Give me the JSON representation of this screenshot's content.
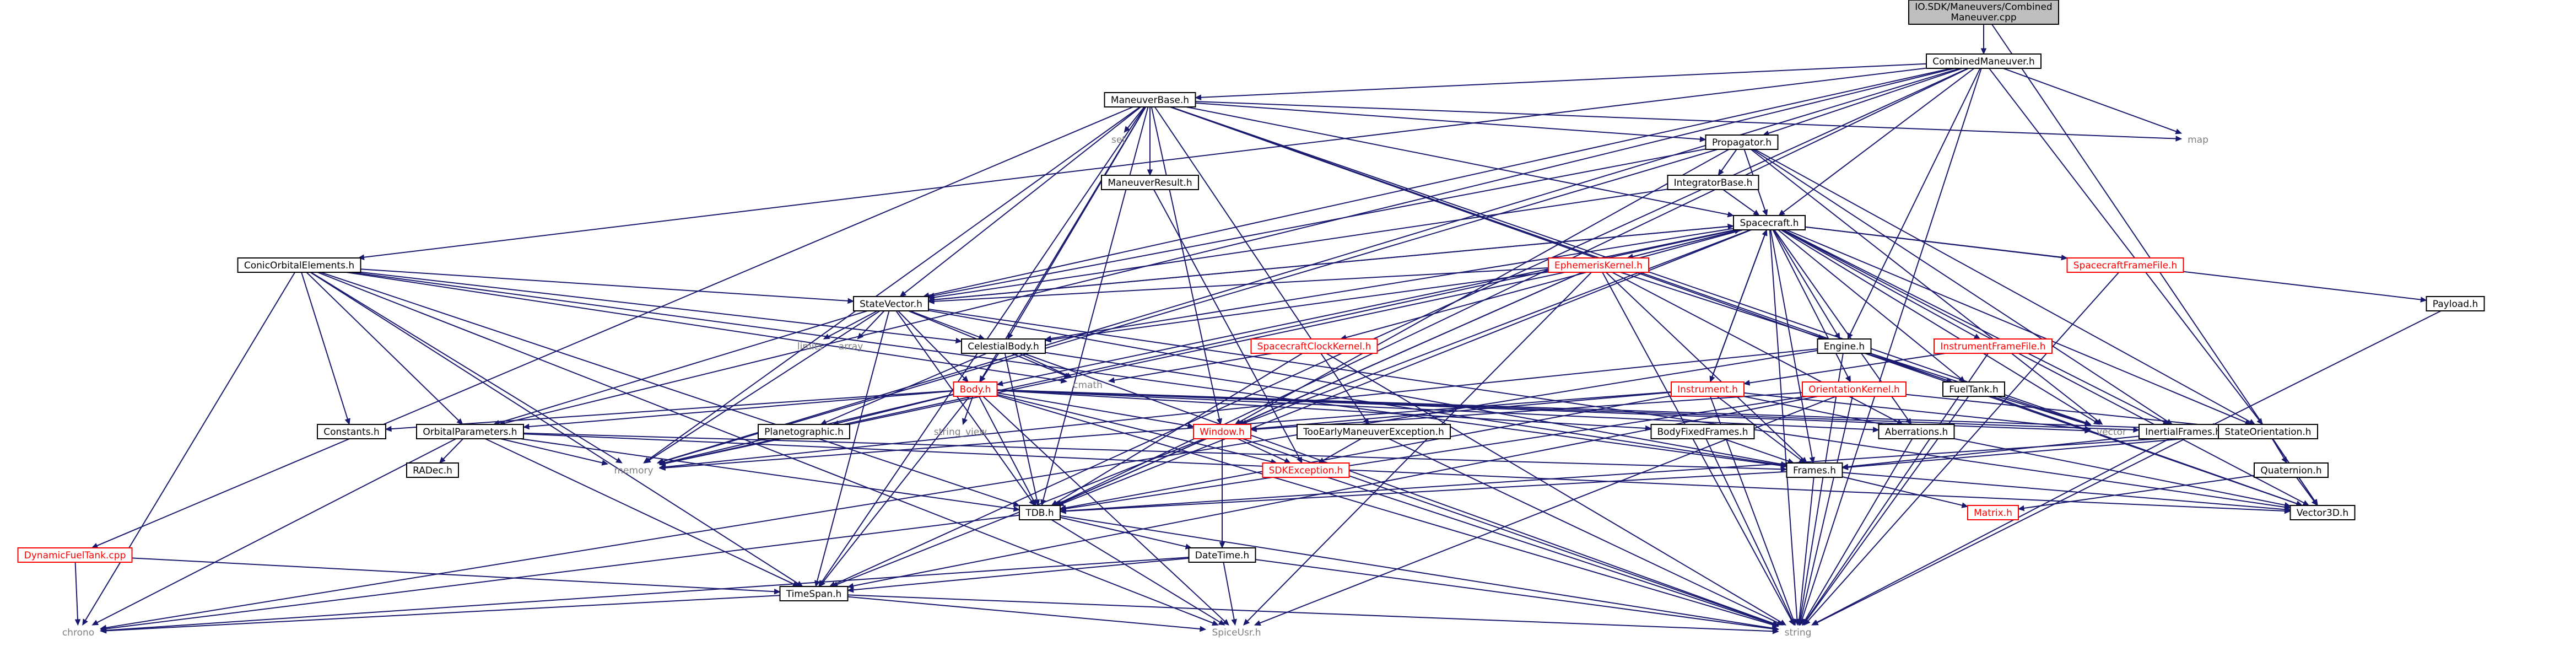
{
  "nodes": [
    {
      "id": "root",
      "label": [
        "IO.SDK/Maneuvers/Combined",
        "Maneuver.cpp"
      ],
      "style": "root"
    },
    {
      "id": "combined",
      "label": [
        "CombinedManeuver.h"
      ],
      "style": "box"
    },
    {
      "id": "maneuverbase",
      "label": [
        "ManeuverBase.h"
      ],
      "style": "box"
    },
    {
      "id": "conic",
      "label": [
        "ConicOrbitalElements.h"
      ],
      "style": "box"
    },
    {
      "id": "propagator",
      "label": [
        "Propagator.h"
      ],
      "style": "box"
    },
    {
      "id": "set",
      "label": [
        "set"
      ],
      "style": "plain"
    },
    {
      "id": "map",
      "label": [
        "map"
      ],
      "style": "plain"
    },
    {
      "id": "maneuverresult",
      "label": [
        "ManeuverResult.h"
      ],
      "style": "box"
    },
    {
      "id": "integratorbase",
      "label": [
        "IntegratorBase.h"
      ],
      "style": "box"
    },
    {
      "id": "spacecraft",
      "label": [
        "Spacecraft.h"
      ],
      "style": "box"
    },
    {
      "id": "ephemeriskernel",
      "label": [
        "EphemerisKernel.h"
      ],
      "style": "red"
    },
    {
      "id": "statevector",
      "label": [
        "StateVector.h"
      ],
      "style": "box"
    },
    {
      "id": "spacecraftframefile",
      "label": [
        "SpacecraftFrameFile.h"
      ],
      "style": "red"
    },
    {
      "id": "payload",
      "label": [
        "Payload.h"
      ],
      "style": "box"
    },
    {
      "id": "limits",
      "label": [
        "limits"
      ],
      "style": "plain"
    },
    {
      "id": "array",
      "label": [
        "array"
      ],
      "style": "plain"
    },
    {
      "id": "celestialbody",
      "label": [
        "CelestialBody.h"
      ],
      "style": "box"
    },
    {
      "id": "spacecraftclockkernel",
      "label": [
        "SpacecraftClockKernel.h"
      ],
      "style": "red"
    },
    {
      "id": "engine",
      "label": [
        "Engine.h"
      ],
      "style": "box"
    },
    {
      "id": "instrumentframefile",
      "label": [
        "InstrumentFrameFile.h"
      ],
      "style": "red"
    },
    {
      "id": "cmath",
      "label": [
        "cmath"
      ],
      "style": "plain"
    },
    {
      "id": "instrument",
      "label": [
        "Instrument.h"
      ],
      "style": "red"
    },
    {
      "id": "orientationkernel",
      "label": [
        "OrientationKernel.h"
      ],
      "style": "red"
    },
    {
      "id": "fueltank",
      "label": [
        "FuelTank.h"
      ],
      "style": "box"
    },
    {
      "id": "body",
      "label": [
        "Body.h"
      ],
      "style": "red"
    },
    {
      "id": "constants",
      "label": [
        "Constants.h"
      ],
      "style": "box"
    },
    {
      "id": "orbitalparameters",
      "label": [
        "OrbitalParameters.h"
      ],
      "style": "box"
    },
    {
      "id": "planetographic",
      "label": [
        "Planetographic.h"
      ],
      "style": "box"
    },
    {
      "id": "stringview",
      "label": [
        "string_view"
      ],
      "style": "plain"
    },
    {
      "id": "window",
      "label": [
        "Window.h"
      ],
      "style": "red"
    },
    {
      "id": "tooearly",
      "label": [
        "TooEarlyManeuverException.h"
      ],
      "style": "box"
    },
    {
      "id": "bodyfixedframes",
      "label": [
        "BodyFixedFrames.h"
      ],
      "style": "box"
    },
    {
      "id": "aberrations",
      "label": [
        "Aberrations.h"
      ],
      "style": "box"
    },
    {
      "id": "vector",
      "label": [
        "vector"
      ],
      "style": "plain"
    },
    {
      "id": "inertialframes",
      "label": [
        "InertialFrames.h"
      ],
      "style": "box"
    },
    {
      "id": "stateorientation",
      "label": [
        "StateOrientation.h"
      ],
      "style": "box"
    },
    {
      "id": "memory",
      "label": [
        "memory"
      ],
      "style": "plain"
    },
    {
      "id": "radec",
      "label": [
        "RADec.h"
      ],
      "style": "box"
    },
    {
      "id": "sdkexception",
      "label": [
        "SDKException.h"
      ],
      "style": "red"
    },
    {
      "id": "frames",
      "label": [
        "Frames.h"
      ],
      "style": "box"
    },
    {
      "id": "quaternion",
      "label": [
        "Quaternion.h"
      ],
      "style": "box"
    },
    {
      "id": "vector3d",
      "label": [
        "Vector3D.h"
      ],
      "style": "box"
    },
    {
      "id": "tdb",
      "label": [
        "TDB.h"
      ],
      "style": "box"
    },
    {
      "id": "matrix",
      "label": [
        "Matrix.h"
      ],
      "style": "red"
    },
    {
      "id": "dynamicfueltank",
      "label": [
        "DynamicFuelTank.cpp"
      ],
      "style": "red"
    },
    {
      "id": "datetime",
      "label": [
        "DateTime.h"
      ],
      "style": "box"
    },
    {
      "id": "timespan",
      "label": [
        "TimeSpan.h"
      ],
      "style": "box"
    },
    {
      "id": "chrono",
      "label": [
        "chrono"
      ],
      "style": "plain"
    },
    {
      "id": "spiceusr",
      "label": [
        "SpiceUsr.h"
      ],
      "style": "plain"
    },
    {
      "id": "string",
      "label": [
        "string"
      ],
      "style": "plain"
    }
  ],
  "edges": [
    [
      "root",
      "combined"
    ],
    [
      "root",
      "vector3d"
    ],
    [
      "combined",
      "maneuverbase"
    ],
    [
      "combined",
      "conic"
    ],
    [
      "combined",
      "propagator"
    ],
    [
      "combined",
      "map"
    ],
    [
      "combined",
      "spacecraft"
    ],
    [
      "combined",
      "statevector"
    ],
    [
      "combined",
      "orbitalparameters"
    ],
    [
      "combined",
      "tdb"
    ],
    [
      "combined",
      "memory"
    ],
    [
      "combined",
      "engine"
    ],
    [
      "combined",
      "stateorientation"
    ],
    [
      "combined",
      "string"
    ],
    [
      "combined",
      "timespan"
    ],
    [
      "maneuverbase",
      "set"
    ],
    [
      "maneuverbase",
      "map"
    ],
    [
      "maneuverbase",
      "maneuverresult"
    ],
    [
      "maneuverbase",
      "propagator"
    ],
    [
      "maneuverbase",
      "spacecraft"
    ],
    [
      "maneuverbase",
      "statevector"
    ],
    [
      "maneuverbase",
      "body"
    ],
    [
      "maneuverbase",
      "tooearly"
    ],
    [
      "maneuverbase",
      "dynamicfueltank"
    ],
    [
      "maneuverbase",
      "memory"
    ],
    [
      "maneuverbase",
      "engine"
    ],
    [
      "maneuverbase",
      "vector"
    ],
    [
      "maneuverbase",
      "vector3d"
    ],
    [
      "maneuverbase",
      "window"
    ],
    [
      "maneuverbase",
      "tdb"
    ],
    [
      "maneuverbase",
      "timespan"
    ],
    [
      "maneuverbase",
      "celestialbody"
    ],
    [
      "maneuverresult",
      "sdkexception"
    ],
    [
      "propagator",
      "integratorbase"
    ],
    [
      "propagator",
      "spacecraft"
    ],
    [
      "propagator",
      "statevector"
    ],
    [
      "propagator",
      "window"
    ],
    [
      "propagator",
      "vector"
    ],
    [
      "propagator",
      "stateorientation"
    ],
    [
      "propagator",
      "inertialframes"
    ],
    [
      "propagator",
      "memory"
    ],
    [
      "integratorbase",
      "spacecraft"
    ],
    [
      "integratorbase",
      "statevector"
    ],
    [
      "conic",
      "statevector"
    ],
    [
      "conic",
      "orbitalparameters"
    ],
    [
      "conic",
      "constants"
    ],
    [
      "conic",
      "celestialbody"
    ],
    [
      "conic",
      "cmath"
    ],
    [
      "conic",
      "memory"
    ],
    [
      "conic",
      "tdb"
    ],
    [
      "conic",
      "timespan"
    ],
    [
      "conic",
      "chrono"
    ],
    [
      "conic",
      "spiceusr"
    ],
    [
      "conic",
      "frames"
    ],
    [
      "spacecraft",
      "ephemeriskernel"
    ],
    [
      "spacecraft",
      "statevector"
    ],
    [
      "spacecraft",
      "spacecraftframefile"
    ],
    [
      "spacecraft",
      "payload"
    ],
    [
      "spacecraft",
      "spacecraftclockkernel"
    ],
    [
      "spacecraft",
      "engine"
    ],
    [
      "spacecraft",
      "instrumentframefile"
    ],
    [
      "spacecraft",
      "instrument"
    ],
    [
      "spacecraft",
      "orientationkernel"
    ],
    [
      "spacecraft",
      "fueltank"
    ],
    [
      "spacecraft",
      "celestialbody"
    ],
    [
      "spacecraft",
      "window"
    ],
    [
      "spacecraft",
      "vector"
    ],
    [
      "spacecraft",
      "inertialframes"
    ],
    [
      "spacecraft",
      "stateorientation"
    ],
    [
      "spacecraft",
      "memory"
    ],
    [
      "spacecraft",
      "vector3d"
    ],
    [
      "spacecraft",
      "string"
    ],
    [
      "spacecraft",
      "frames"
    ],
    [
      "spacecraft",
      "body"
    ],
    [
      "spacecraft",
      "aberrations"
    ],
    [
      "spacecraft",
      "tdb"
    ],
    [
      "ephemeriskernel",
      "statevector"
    ],
    [
      "ephemeriskernel",
      "window"
    ],
    [
      "ephemeriskernel",
      "aberrations"
    ],
    [
      "ephemeriskernel",
      "frames"
    ],
    [
      "ephemeriskernel",
      "tdb"
    ],
    [
      "ephemeriskernel",
      "string"
    ],
    [
      "ephemeriskernel",
      "memory"
    ],
    [
      "ephemeriskernel",
      "spiceusr"
    ],
    [
      "ephemeriskernel",
      "celestialbody"
    ],
    [
      "ephemeriskernel",
      "vector"
    ],
    [
      "ephemeriskernel",
      "spacecraft"
    ],
    [
      "statevector",
      "limits"
    ],
    [
      "statevector",
      "array"
    ],
    [
      "statevector",
      "celestialbody"
    ],
    [
      "statevector",
      "cmath"
    ],
    [
      "statevector",
      "orbitalparameters"
    ],
    [
      "statevector",
      "memory"
    ],
    [
      "statevector",
      "tdb"
    ],
    [
      "statevector",
      "frames"
    ],
    [
      "statevector",
      "timespan"
    ],
    [
      "statevector",
      "body"
    ],
    [
      "statevector",
      "spacecraft"
    ],
    [
      "statevector",
      "vector3d"
    ],
    [
      "spacecraftframefile",
      "string"
    ],
    [
      "payload",
      "string"
    ],
    [
      "celestialbody",
      "body"
    ],
    [
      "celestialbody",
      "cmath"
    ],
    [
      "celestialbody",
      "tdb"
    ],
    [
      "celestialbody",
      "frames"
    ],
    [
      "celestialbody",
      "planetographic"
    ],
    [
      "celestialbody",
      "string"
    ],
    [
      "spacecraftclockkernel",
      "tdb"
    ],
    [
      "spacecraftclockkernel",
      "cmath"
    ],
    [
      "spacecraftclockkernel",
      "string"
    ],
    [
      "engine",
      "fueltank"
    ],
    [
      "engine",
      "vector3d"
    ],
    [
      "engine",
      "string"
    ],
    [
      "engine",
      "memory"
    ],
    [
      "engine",
      "chrono"
    ],
    [
      "instrumentframefile",
      "instrument"
    ],
    [
      "instrumentframefile",
      "string"
    ],
    [
      "instrument",
      "window"
    ],
    [
      "instrument",
      "tdb"
    ],
    [
      "instrument",
      "frames"
    ],
    [
      "instrument",
      "vector"
    ],
    [
      "instrument",
      "vector3d"
    ],
    [
      "instrument",
      "string"
    ],
    [
      "instrument",
      "memory"
    ],
    [
      "instrument",
      "spacecraft"
    ],
    [
      "orientationkernel",
      "window"
    ],
    [
      "orientationkernel",
      "tdb"
    ],
    [
      "orientationkernel",
      "stateorientation"
    ],
    [
      "orientationkernel",
      "string"
    ],
    [
      "orientationkernel",
      "timespan"
    ],
    [
      "orientationkernel",
      "spiceusr"
    ],
    [
      "fueltank",
      "string"
    ],
    [
      "fueltank",
      "vector"
    ],
    [
      "body",
      "constants"
    ],
    [
      "body",
      "orbitalparameters"
    ],
    [
      "body",
      "planetographic"
    ],
    [
      "body",
      "stringview"
    ],
    [
      "body",
      "window"
    ],
    [
      "body",
      "bodyfixedframes"
    ],
    [
      "body",
      "aberrations"
    ],
    [
      "body",
      "vector"
    ],
    [
      "body",
      "inertialframes"
    ],
    [
      "body",
      "memory"
    ],
    [
      "body",
      "sdkexception"
    ],
    [
      "body",
      "tdb"
    ],
    [
      "body",
      "string"
    ],
    [
      "body",
      "stateorientation"
    ],
    [
      "body",
      "timespan"
    ],
    [
      "body",
      "spiceusr"
    ],
    [
      "orbitalparameters",
      "radec"
    ],
    [
      "orbitalparameters",
      "memory"
    ],
    [
      "orbitalparameters",
      "tdb"
    ],
    [
      "orbitalparameters",
      "frames"
    ],
    [
      "orbitalparameters",
      "vector3d"
    ],
    [
      "orbitalparameters",
      "timespan"
    ],
    [
      "orbitalparameters",
      "chrono"
    ],
    [
      "window",
      "datetime"
    ],
    [
      "window",
      "tdb"
    ],
    [
      "window",
      "sdkexception"
    ],
    [
      "window",
      "string"
    ],
    [
      "window",
      "timespan"
    ],
    [
      "tooearly",
      "sdkexception"
    ],
    [
      "tooearly",
      "string"
    ],
    [
      "bodyfixedframes",
      "frames"
    ],
    [
      "bodyfixedframes",
      "string"
    ],
    [
      "aberrations",
      "string"
    ],
    [
      "inertialframes",
      "frames"
    ],
    [
      "inertialframes",
      "string"
    ],
    [
      "stateorientation",
      "frames"
    ],
    [
      "stateorientation",
      "quaternion"
    ],
    [
      "stateorientation",
      "vector3d"
    ],
    [
      "stateorientation",
      "tdb"
    ],
    [
      "quaternion",
      "matrix"
    ],
    [
      "quaternion",
      "vector3d"
    ],
    [
      "sdkexception",
      "string"
    ],
    [
      "frames",
      "tdb"
    ],
    [
      "frames",
      "string"
    ],
    [
      "frames",
      "matrix"
    ],
    [
      "frames",
      "vector3d"
    ],
    [
      "tdb",
      "datetime"
    ],
    [
      "tdb",
      "string"
    ],
    [
      "tdb",
      "chrono"
    ],
    [
      "tdb",
      "spiceusr"
    ],
    [
      "datetime",
      "timespan"
    ],
    [
      "datetime",
      "string"
    ],
    [
      "datetime",
      "chrono"
    ],
    [
      "datetime",
      "spiceusr"
    ],
    [
      "timespan",
      "chrono"
    ],
    [
      "timespan",
      "string"
    ],
    [
      "timespan",
      "spiceusr"
    ],
    [
      "dynamicfueltank",
      "timespan"
    ],
    [
      "dynamicfueltank",
      "chrono"
    ]
  ]
}
